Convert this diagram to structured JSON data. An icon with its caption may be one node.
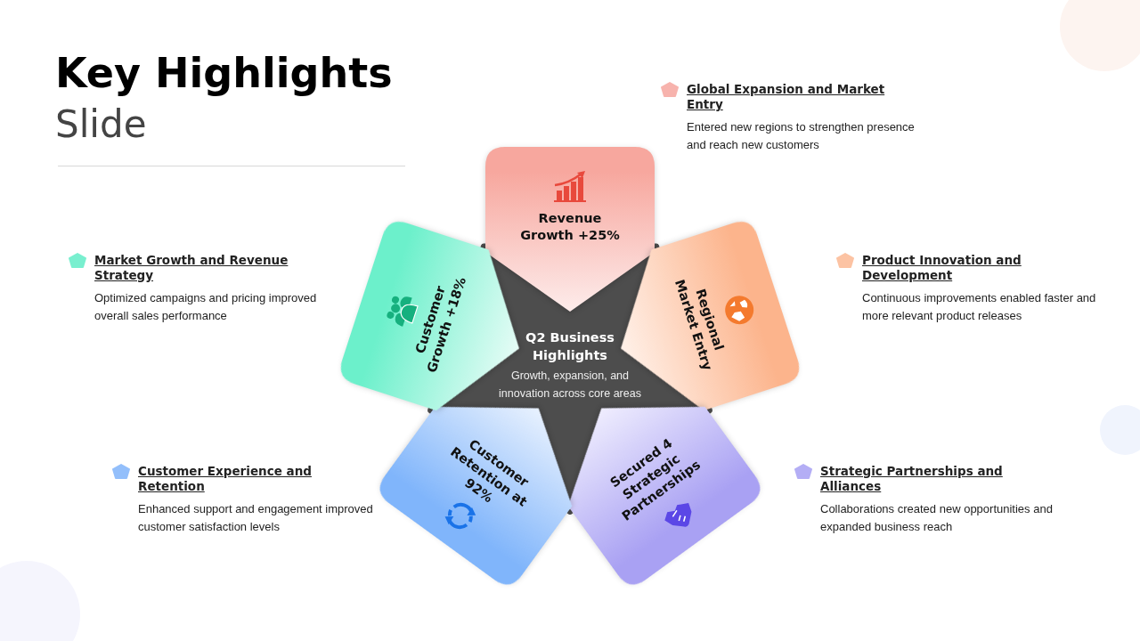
{
  "diagram": {
    "title": "Key Highlights",
    "nodes": [
      {
        "text": [
          "Q2 Business Highlights",
          "Growth, expansion, and innovation across core areas"
        ]
      },
      {
        "text": [
          "Revenue Growth +25%"
        ]
      },
      {
        "text": [
          "Regional Market Entry"
        ]
      },
      {
        "text": [
          "Secured 4 Strategic Partnerships"
        ]
      },
      {
        "text": [
          "Customer Retention at 92%"
        ]
      },
      {
        "text": [
          "Customer Growth +18%"
        ]
      }
    ],
    "edges": [],
    "labels": [
      "Slide",
      "Global Expansion and Market Entry",
      "Entered new regions to strengthen presence and reach new customers",
      "Market Growth and Revenue Strategy",
      "Optimized campaigns and pricing improved overall sales performance",
      "Product Innovation and Development",
      "Continuous improvements enabled faster and more relevant product releases",
      "Customer Experience and Retention",
      "Enhanced support and engagement improved customer satisfaction levels",
      "Strategic Partnerships and Alliances",
      "Collaborations created new opportunities and expanded business reach"
    ]
  }
}
